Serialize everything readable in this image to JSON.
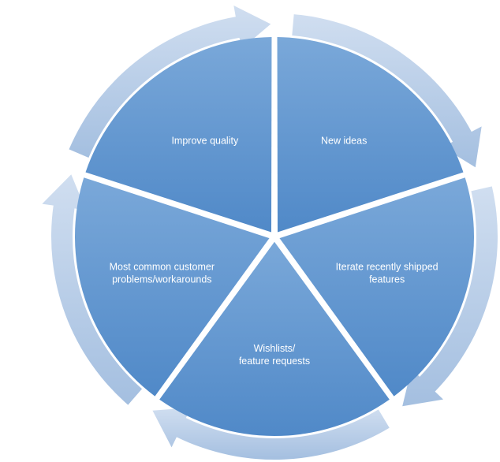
{
  "diagram": {
    "type": "cycle",
    "colors": {
      "segment_top": "#7aa8d9",
      "segment_bottom": "#5089c8",
      "arrow_light": "#d0def0",
      "arrow_dark": "#a4bfe0",
      "label": "#ffffff",
      "background": "#ffffff"
    },
    "segments": [
      {
        "lines": [
          "New ideas"
        ]
      },
      {
        "lines": [
          "Iterate recently shipped",
          "features"
        ]
      },
      {
        "lines": [
          "Wishlists/",
          "feature requests"
        ]
      },
      {
        "lines": [
          "Most common customer",
          "problems/workarounds"
        ]
      },
      {
        "lines": [
          "Improve quality"
        ]
      }
    ]
  }
}
